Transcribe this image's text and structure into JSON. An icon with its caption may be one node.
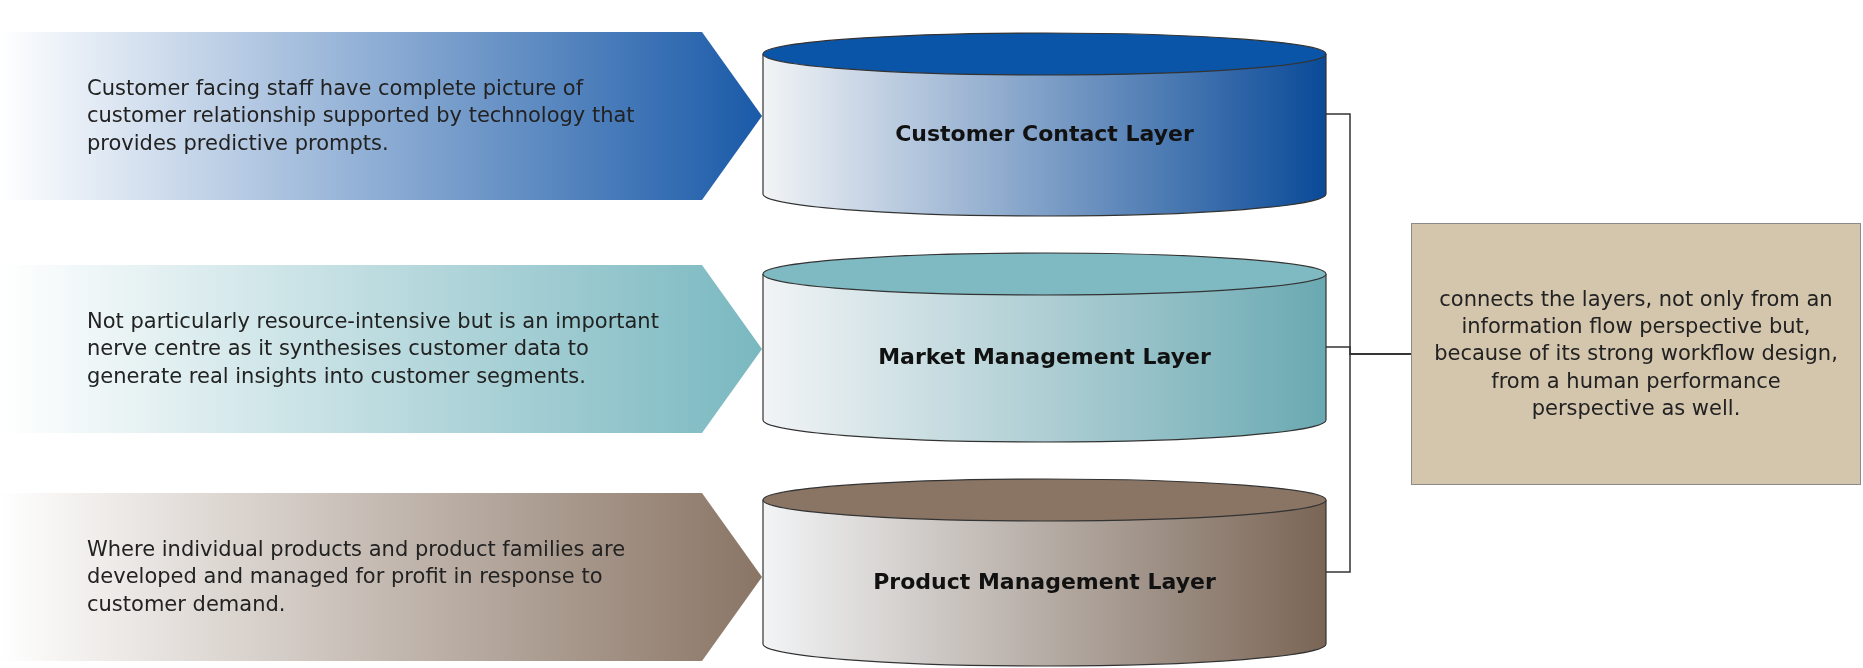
{
  "diagram": {
    "nodes": [
      {
        "text": [
          "Customer facing staff have complete picture of customer relationship supported by technology that provides predictive prompts."
        ]
      },
      {
        "text": [
          "Customer Contact Layer"
        ]
      },
      {
        "text": [
          "Not particularly resource-intensive but is an important nerve centre as it synthesises customer data to generate real insights into customer segments."
        ]
      },
      {
        "text": [
          "Market Management Layer"
        ]
      },
      {
        "text": [
          "Where individual products and product families are developed and managed for profit in response to customer demand."
        ]
      },
      {
        "text": [
          "Product Management Layer"
        ]
      },
      {
        "text": [
          "connects the layers, not only from an information flow perspective but, because of its strong workflow design, from a human performance perspective as well."
        ]
      }
    ],
    "edges": [
      {
        "from": 1,
        "to": 6,
        "arrow": "none"
      },
      {
        "from": 3,
        "to": 6,
        "arrow": "none"
      },
      {
        "from": 5,
        "to": 6,
        "arrow": "none"
      }
    ]
  }
}
